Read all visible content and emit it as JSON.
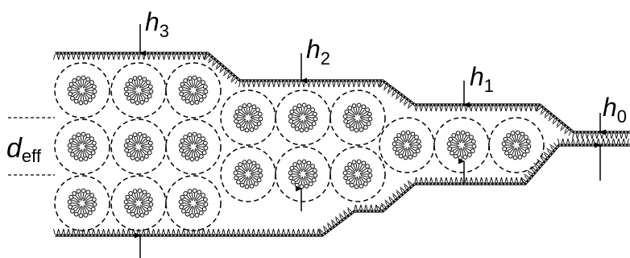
{
  "labels": {
    "h3": {
      "base": "h",
      "sub": "3"
    },
    "h2": {
      "base": "h",
      "sub": "2"
    },
    "h1": {
      "base": "h",
      "sub": "1"
    },
    "h0": {
      "base": "h",
      "sub": "0"
    },
    "d_eff": {
      "base": "d",
      "sub": "eff"
    }
  },
  "layers": {
    "count": 4,
    "micelles_per_column": [
      3,
      2,
      1,
      0
    ]
  }
}
